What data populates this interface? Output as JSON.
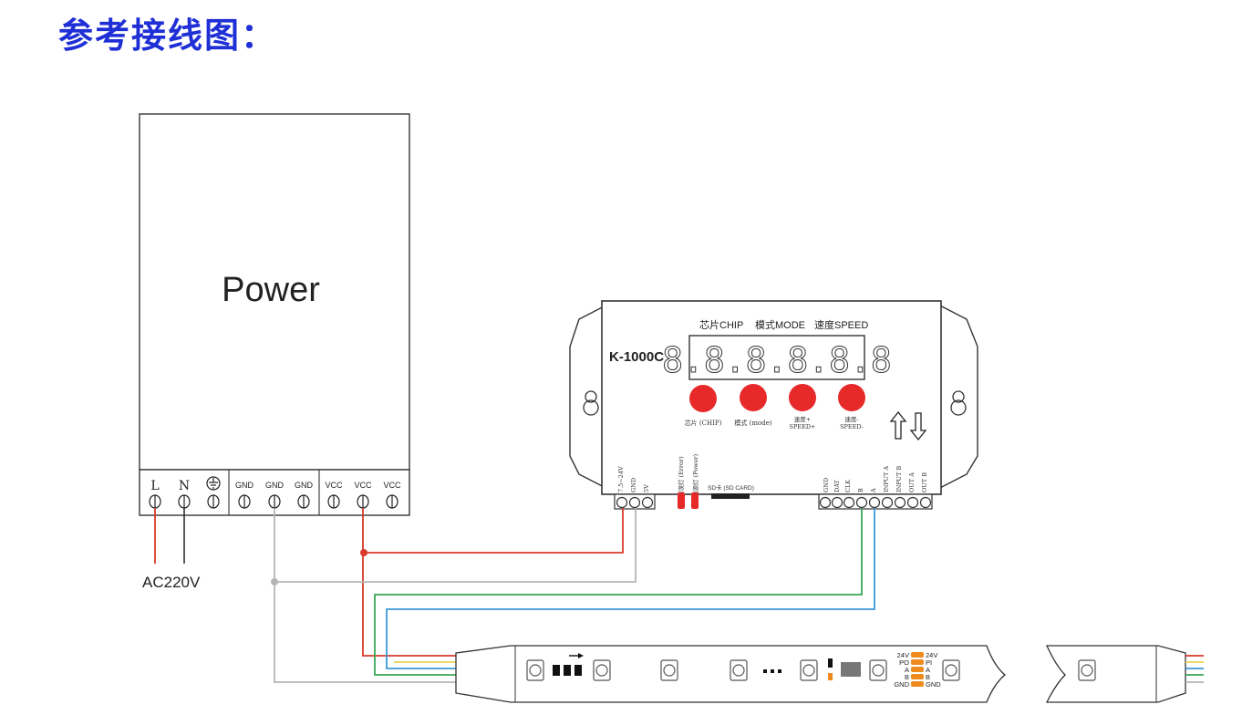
{
  "title": "参考接线图：",
  "power": {
    "label": "Power",
    "terminals": [
      "L",
      "N",
      "",
      "GND",
      "GND",
      "GND",
      "VCC",
      "VCC",
      "VCC"
    ],
    "ac_label": "AC220V"
  },
  "controller": {
    "model": "K-1000C",
    "header_chip": "芯片CHIP",
    "header_mode": "模式MODE",
    "header_speed": "速度SPEED",
    "display": "8.8.8.8.8.8",
    "btn_chip": "芯片 (CHIP)",
    "btn_mode": "模式 (mode)",
    "btn_speed_plus_1": "速度+",
    "btn_speed_plus_2": "SPEED+",
    "btn_speed_minus_1": "速度-",
    "btn_speed_minus_2": "SPEED-",
    "power_terms": [
      "7.5~24V",
      "GND",
      "5V"
    ],
    "led_labels": [
      "错误灯 (Error)",
      "电源灯 (Power)"
    ],
    "sd_label": "SD卡 (SD CARD)",
    "right_terms": [
      "GND",
      "DAT",
      "CLK",
      "B",
      "A",
      "INPUT A",
      "INPUT B",
      "OUT A",
      "OUT B"
    ]
  },
  "strip": {
    "pins_left": [
      "24V",
      "PO",
      "A",
      "B",
      "GND"
    ],
    "pins_right": [
      "24V",
      "PI",
      "A",
      "B",
      "GND"
    ]
  },
  "colors": {
    "title": "#1f2fd6",
    "red_wire": "#d93a2b",
    "gray_wire": "#b5b5b5",
    "green_wire": "#3aa655",
    "blue_wire": "#3b9ad9",
    "yellow_wire": "#e8d44d",
    "button": "#e8292a",
    "orange_pin": "#f08a1c"
  }
}
